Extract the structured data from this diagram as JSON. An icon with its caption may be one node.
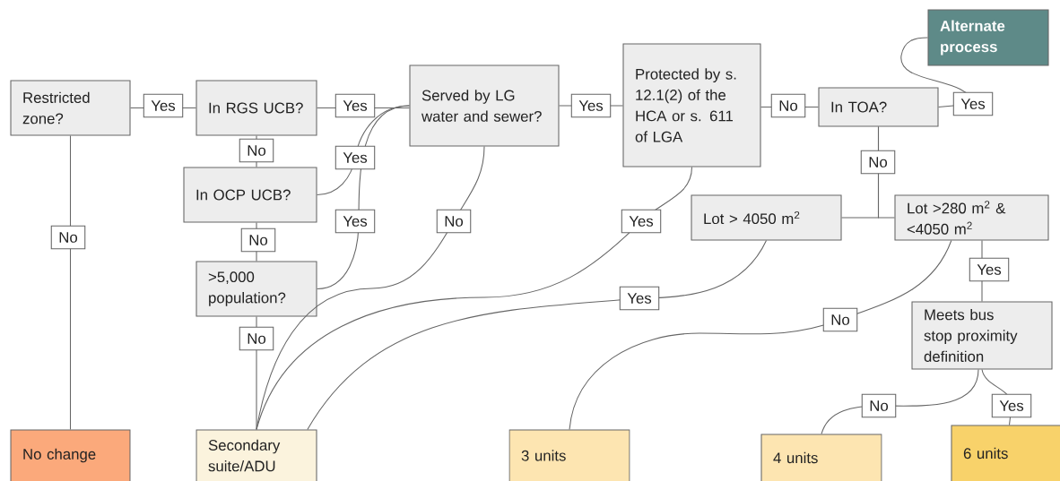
{
  "diagram": {
    "nodes": [
      {
        "text": [
          "Restricted zone?"
        ]
      },
      {
        "text": [
          "In RGS UCB?"
        ]
      },
      {
        "text": [
          "Served by LG water and sewer?"
        ]
      },
      {
        "text": [
          "Protected by s. 12.1(2) of the HCA or s. 611 of LGA"
        ]
      },
      {
        "text": [
          "In TOA?"
        ]
      },
      {
        "text": [
          "Alternate process"
        ]
      },
      {
        "text": [
          "In OCP UCB?"
        ]
      },
      {
        "text": [
          ">5,000 population?"
        ]
      },
      {
        "text": [
          "Lot > 4050 m$^{2}$"
        ]
      },
      {
        "text": [
          "Lot >280 m$^{2}$ & <4050 m$^{2}$"
        ]
      },
      {
        "text": [
          "Meets bus stop proximity definition"
        ]
      },
      {
        "text": [
          "No change"
        ]
      },
      {
        "text": [
          "Secondary suite/ADU"
        ]
      },
      {
        "text": [
          "3 units"
        ]
      },
      {
        "text": [
          "4 units"
        ]
      },
      {
        "text": [
          "6 units"
        ]
      }
    ],
    "edges": [
      {
        "from": 0,
        "to": 1,
        "arrow": "none",
        "label": "Yes"
      },
      {
        "from": 0,
        "to": 11,
        "arrow": "none",
        "label": "No"
      },
      {
        "from": 1,
        "to": 2,
        "arrow": "none",
        "label": "Yes"
      },
      {
        "from": 1,
        "to": 6,
        "arrow": "none",
        "label": "No"
      },
      {
        "from": 6,
        "to": 2,
        "arrow": "none",
        "label": "Yes"
      },
      {
        "from": 6,
        "to": 7,
        "arrow": "none",
        "label": "No"
      },
      {
        "from": 7,
        "to": 2,
        "arrow": "none",
        "label": "Yes"
      },
      {
        "from": 7,
        "to": 12,
        "arrow": "none",
        "label": "No"
      },
      {
        "from": 2,
        "to": 12,
        "arrow": "none",
        "label": "No"
      },
      {
        "from": 2,
        "to": 3,
        "arrow": "none",
        "label": "Yes"
      },
      {
        "from": 3,
        "to": 12,
        "arrow": "none",
        "label": "Yes"
      },
      {
        "from": 3,
        "to": 4,
        "arrow": "none",
        "label": "No"
      },
      {
        "from": 4,
        "to": 5,
        "arrow": "none",
        "label": "Yes"
      },
      {
        "from": 4,
        "to": 8,
        "arrow": "none",
        "label": "No"
      },
      {
        "from": 4,
        "to": 9,
        "arrow": "none"
      },
      {
        "from": 8,
        "to": 12,
        "arrow": "none",
        "label": "Yes"
      },
      {
        "from": 9,
        "to": 10,
        "arrow": "none",
        "label": "Yes"
      },
      {
        "from": 9,
        "to": 13,
        "arrow": "none",
        "label": "No"
      },
      {
        "from": 10,
        "to": 14,
        "arrow": "none",
        "label": "No"
      },
      {
        "from": 10,
        "to": 15,
        "arrow": "none",
        "label": "Yes"
      }
    ]
  }
}
